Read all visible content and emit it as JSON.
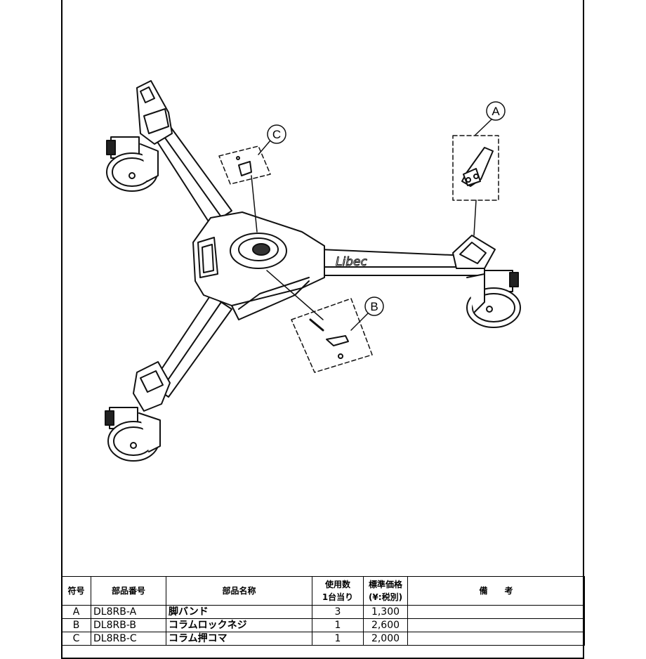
{
  "callouts": {
    "a": "A",
    "b": "B",
    "c": "C"
  },
  "brand": "Libec",
  "table": {
    "headers": [
      "符号",
      "部品番号",
      "部品名称",
      "使用数\n1台当り",
      "標準価格\n(¥:税別)",
      "備　　考"
    ],
    "rows": [
      {
        "symbol": "A",
        "part_no": "DL8RB-A",
        "name": "脚バンド",
        "qty": "3",
        "price": "1,300",
        "note": ""
      },
      {
        "symbol": "B",
        "part_no": "DL8RB-B",
        "name": "コラムロックネジ",
        "qty": "1",
        "price": "2,600",
        "note": ""
      },
      {
        "symbol": "C",
        "part_no": "DL8RB-C",
        "name": "コラム押コマ",
        "qty": "1",
        "price": "2,000",
        "note": ""
      }
    ]
  }
}
